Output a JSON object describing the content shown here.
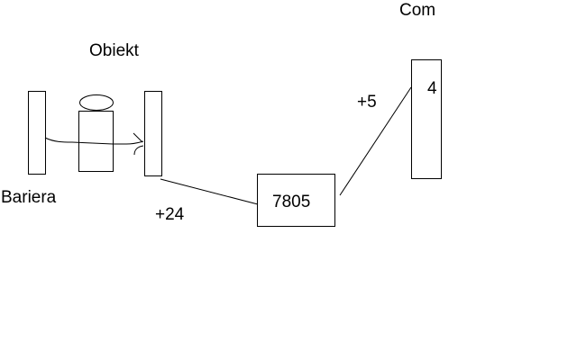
{
  "labels": {
    "object": "Obiekt",
    "barrier": "Bariera",
    "supply_24": "+24",
    "regulator": "7805",
    "supply_5": "+5",
    "com": "Com",
    "com_pin": "4"
  }
}
